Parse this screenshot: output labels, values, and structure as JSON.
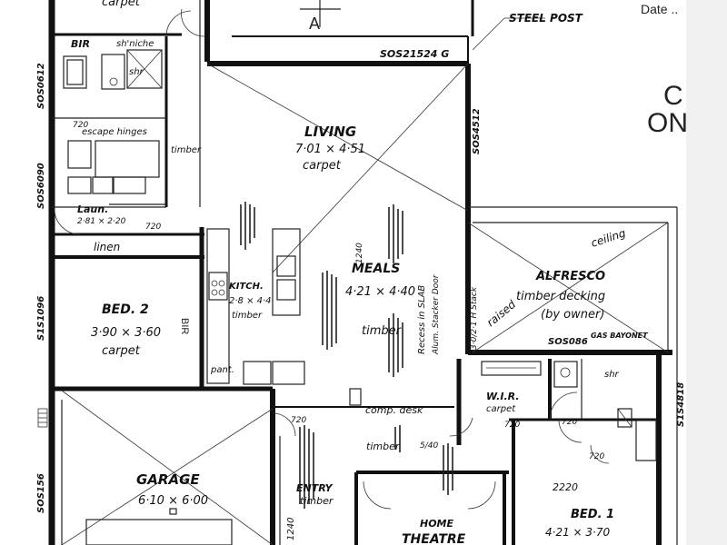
{
  "header": {
    "date_label": "Date ..",
    "section_marker": "A",
    "steel_post": "STEEL POST",
    "logo_letters": [
      "C",
      "ON"
    ]
  },
  "top_labels": {
    "carpet_top": "carpet",
    "sos_top": "SOS21524 G"
  },
  "rooms": {
    "living": {
      "name": "LIVING",
      "dims": "7·01 × 4·51",
      "finish": "carpet"
    },
    "meals": {
      "name": "MEALS",
      "dims": "4·21 × 4·40",
      "finish": "timber"
    },
    "alfresco": {
      "name": "ALFRESCO",
      "line1": "timber decking",
      "line2": "(by owner)",
      "ceiling": "ceiling",
      "raised": "raised"
    },
    "bed2": {
      "name": "BED. 2",
      "dims": "3·90 × 3·60",
      "finish": "carpet"
    },
    "garage": {
      "name": "GARAGE",
      "dims": "6·10 × 6·00"
    },
    "bed1": {
      "name": "BED. 1",
      "dims": "4·21 × 3·70"
    },
    "kitchen": {
      "name": "KITCH.",
      "dims": "2·8 × 4·4",
      "finish": "timber"
    },
    "laundry": {
      "name": "Laun.",
      "dims": "2·81 × 2·20"
    },
    "wir": {
      "name": "W.I.R.",
      "finish": "carpet"
    },
    "entry": {
      "name": "ENTRY",
      "finish": "timber"
    },
    "theatre": {
      "name": "HOME",
      "name2": "THEATRE"
    }
  },
  "small_labels": {
    "bir_top": "BIR",
    "shr_niche": "sh'niche",
    "shr": "shr",
    "linen": "linen",
    "escape": "escape hinges",
    "timber_hall": "timber",
    "bir_side": "BIR",
    "pant": "pant.",
    "comp_desk": "comp. desk",
    "timber_hall2": "timber",
    "recess": "Recess in SLAB",
    "recess2": "Alum. Stacker Door",
    "stacker": "3·0/2·1 H Stack",
    "gas_bayonet": "GAS BAYONET",
    "shr_bed1": "shr",
    "sos_alfresco": "SOS086",
    "ratio": "5/40"
  },
  "dimensions": {
    "d720_a": "720",
    "d720_b": "720",
    "d720_c": "720",
    "d720_d": "720",
    "d720_e": "720",
    "d720_f": "720",
    "d2220": "2220",
    "d1240": "1240",
    "d1240_b": "1240"
  },
  "wall_codes": {
    "left_top": "SOS0612",
    "left_mid": "SOS6090",
    "left_low": "S1S1096",
    "left_bottom": "SOS156",
    "right_post": "SOS4512",
    "right_mid": "S1S4818"
  }
}
